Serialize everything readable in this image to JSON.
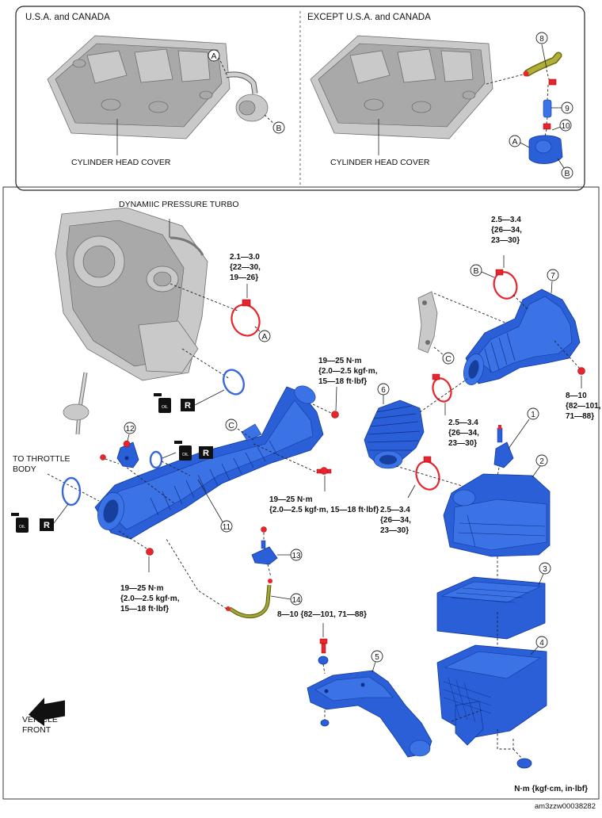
{
  "diagram": {
    "top_panel": {
      "left": {
        "heading": "U.S.A. and CANADA",
        "component_label": "CYLINDER HEAD COVER",
        "ref_a": "A",
        "ref_b": "B"
      },
      "right": {
        "heading": "EXCEPT U.S.A. and CANADA",
        "component_label": "CYLINDER HEAD COVER",
        "ref_a": "A",
        "ref_b": "B",
        "callouts": [
          "8",
          "9",
          "10"
        ]
      }
    },
    "turbo_label": "DYNAMIIC PRESSURE TURBO",
    "throttle_label_line1": "TO THROTTLE",
    "throttle_label_line2": "BODY",
    "vehicle_front_line1": "VEHICLE",
    "vehicle_front_line2": "FRONT",
    "ref_letters": {
      "a_turbo": "A",
      "b_clamp": "B",
      "c_bracket": "C",
      "c_duct": "C"
    },
    "torques": {
      "turbo_clamp": [
        "2.1—3.0",
        "{22—30,",
        "19—26}"
      ],
      "clamp_b": [
        "2.5—3.4",
        "{26—34,",
        "23—30}"
      ],
      "bolt_top": [
        "19—25 N·m",
        "{2.0—2.5 kgf·m,",
        "15—18 ft·lbf}"
      ],
      "nut_7": [
        "8—10",
        "{82—101,",
        "71—88}"
      ],
      "clamp_6_top": [
        "2.5—3.4",
        "{26—34,",
        "23—30}"
      ],
      "clamp_6_bottom": [
        "2.5—3.4",
        "{26—34,",
        "23—30}"
      ],
      "bolt_mid": [
        "19—25 N·m",
        "{2.0—2.5 kgf·m, 15—18 ft·lbf}"
      ],
      "bolt_left": [
        "19—25 N·m",
        "{2.0—2.5 kgf·m,",
        "15—18 ft·lbf}"
      ],
      "bolt_14": [
        "8—10 {82—101, 71—88}"
      ]
    },
    "callouts": [
      "1",
      "2",
      "3",
      "4",
      "5",
      "6",
      "7",
      "11",
      "12",
      "13",
      "14"
    ],
    "replace_marker": "R",
    "oil_marker": "OIL",
    "units_note": "N·m {kgf·cm, in·lbf}",
    "figure_id": "am3zzw00038282"
  },
  "colors": {
    "part_blue": "#2a5fd8",
    "clamp_red": "#e8242c",
    "engine_gray": "#c9c9c9",
    "hose_olive": "#8a8a1a"
  }
}
